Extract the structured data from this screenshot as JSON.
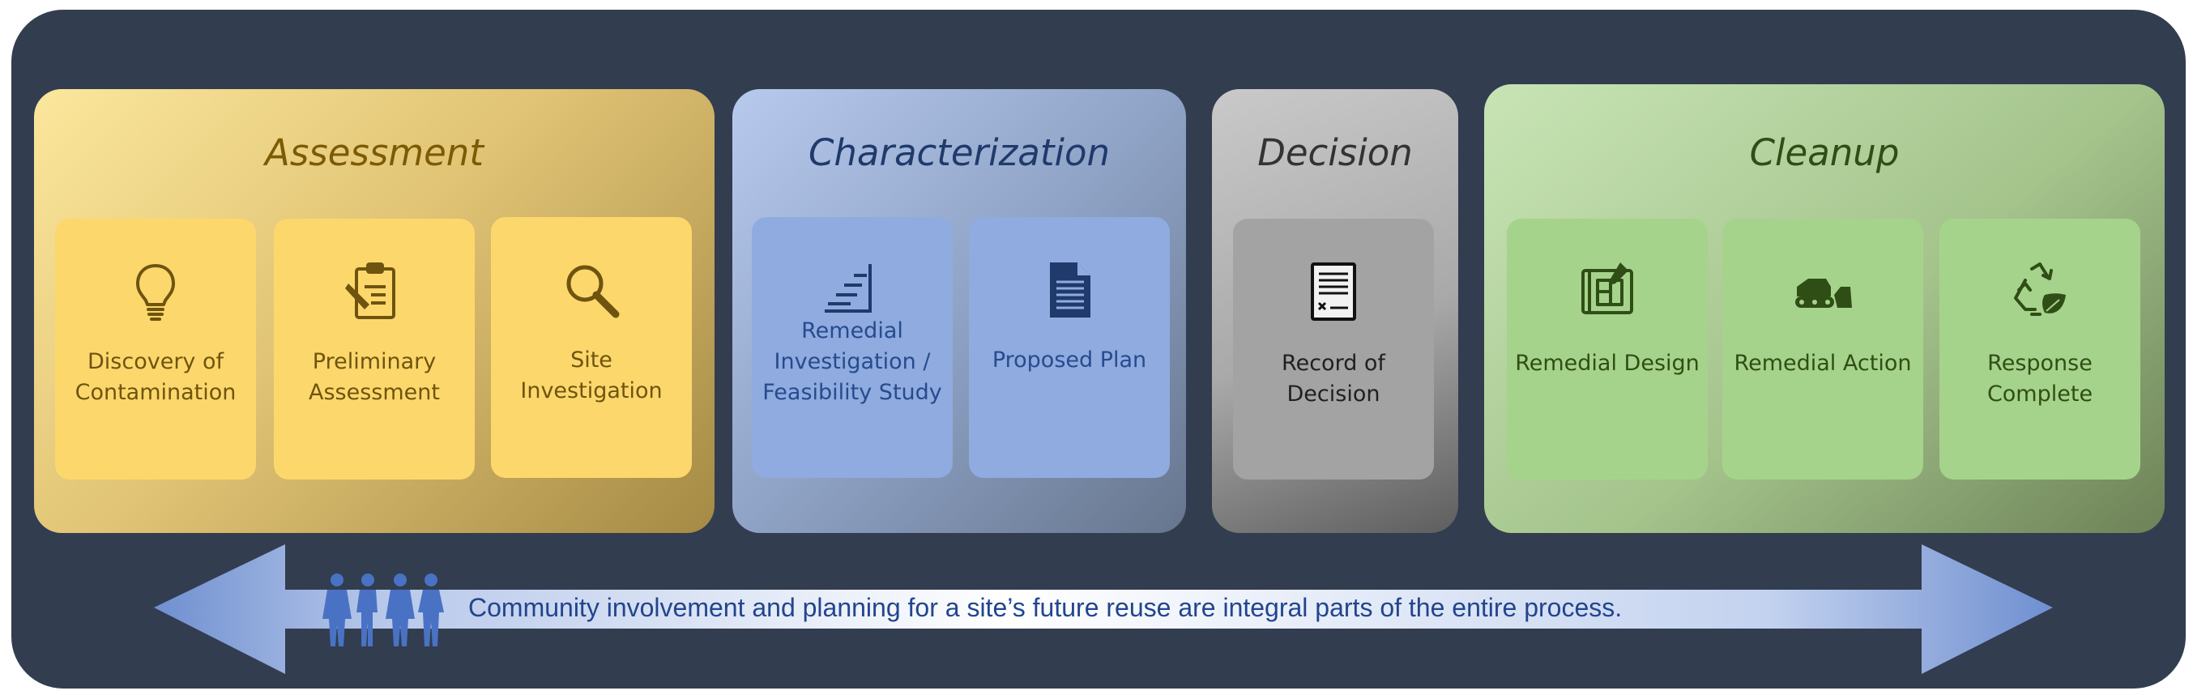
{
  "phases": {
    "assessment": {
      "title": "Assessment",
      "steps": [
        {
          "label": "Discovery of Contamination",
          "icon": "lightbulb-icon"
        },
        {
          "label": "Preliminary Assessment",
          "icon": "clipboard-pen-icon"
        },
        {
          "label": "Site Investigation",
          "icon": "magnifying-glass-icon"
        }
      ]
    },
    "characterization": {
      "title": "Characterization",
      "steps": [
        {
          "label": "Remedial Investigation / Feasibility Study",
          "icon": "stairs-chart-icon"
        },
        {
          "label": "Proposed Plan",
          "icon": "document-icon"
        }
      ]
    },
    "decision": {
      "title": "Decision",
      "steps": [
        {
          "label": "Record of Decision",
          "icon": "signed-document-icon"
        }
      ]
    },
    "cleanup": {
      "title": "Cleanup",
      "steps": [
        {
          "label": "Remedial Design",
          "icon": "blueprint-icon"
        },
        {
          "label": "Remedial Action",
          "icon": "bulldozer-icon"
        },
        {
          "label": "Response Complete",
          "icon": "recycle-leaf-icon"
        }
      ]
    }
  },
  "banner": {
    "text": "Community involvement and planning for a site’s future reuse are integral parts of the entire process.",
    "icon": "people-group-icon"
  },
  "colors": {
    "background": "#323d50",
    "assessment": "#fcd86c",
    "characterization": "#8fabdf",
    "decision": "#a3a3a3",
    "cleanup": "#a6d38b",
    "banner_text": "#22458e"
  }
}
